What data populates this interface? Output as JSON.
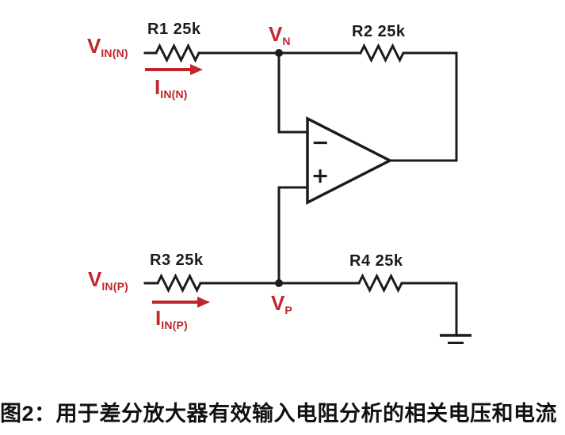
{
  "caption": "图2：用于差分放大器有效输入电阻分析的相关电压和电流",
  "colors": {
    "accent_red": "#c0272d",
    "ink_black": "#1b1b1b",
    "background": "#ffffff"
  },
  "labels": {
    "r1": "R1 25k",
    "r2": "R2 25k",
    "r3": "R3 25k",
    "r4": "R4 25k",
    "vin_n": {
      "main": "V",
      "sub": "IN(N)"
    },
    "iin_n": {
      "main": "I",
      "sub": "IN(N)"
    },
    "vin_p": {
      "main": "V",
      "sub": "IN(P)"
    },
    "iin_p": {
      "main": "I",
      "sub": "IN(P)"
    },
    "vn": {
      "main": "V",
      "sub": "N"
    },
    "vp": {
      "main": "V",
      "sub": "P"
    },
    "opamp_minus": "−",
    "opamp_plus": "+"
  }
}
